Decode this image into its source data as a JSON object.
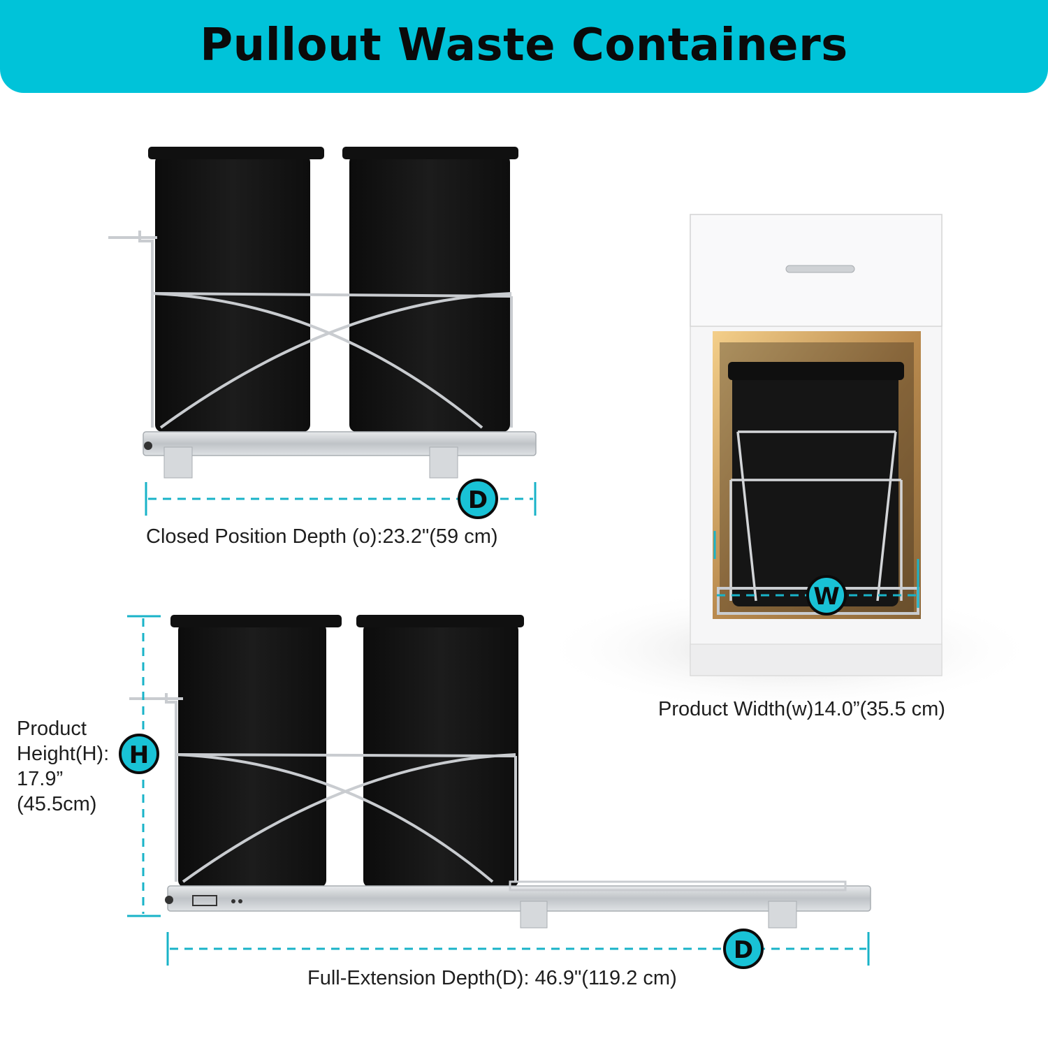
{
  "title": "Pullout Waste Containers",
  "colors": {
    "accent": "#00c3d9",
    "bin": "#141414",
    "metal": "#c9ccd0"
  },
  "badges": {
    "closed_depth": "D",
    "width": "W",
    "height": "H",
    "full_depth": "D"
  },
  "labels": {
    "closed_depth": "Closed Position Depth (o):23.2\"(59 cm)",
    "width": "Product Width(w)14.0”(35.5 cm)",
    "height_lines": [
      "Product",
      "Height(H):",
      "17.9”",
      "(45.5cm)"
    ],
    "full_depth": "Full-Extension Depth(D): 46.9\"(119.2 cm)"
  }
}
